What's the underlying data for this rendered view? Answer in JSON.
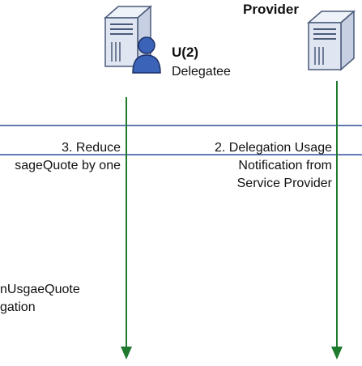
{
  "actors": {
    "provider": {
      "label": "Provider"
    },
    "delegatee": {
      "name": "U(2)",
      "role": "Delegatee"
    }
  },
  "messages": {
    "reduce": {
      "lines": [
        "3. Reduce",
        "sageQuote by one"
      ]
    },
    "notification": {
      "lines": [
        "2. Delegation Usage",
        "Notification from",
        "Service Provider"
      ]
    },
    "bottom_left": {
      "lines": [
        "nUsgaeQuote",
        "gation"
      ]
    }
  },
  "colors": {
    "line_green": "#1f7a2e",
    "line_blue": "#2f4f9a",
    "server_fill": "#dfe6f2",
    "server_stroke": "#4a5a78",
    "person_fill": "#3b63b8"
  },
  "icons": [
    "server-icon",
    "person-icon"
  ]
}
